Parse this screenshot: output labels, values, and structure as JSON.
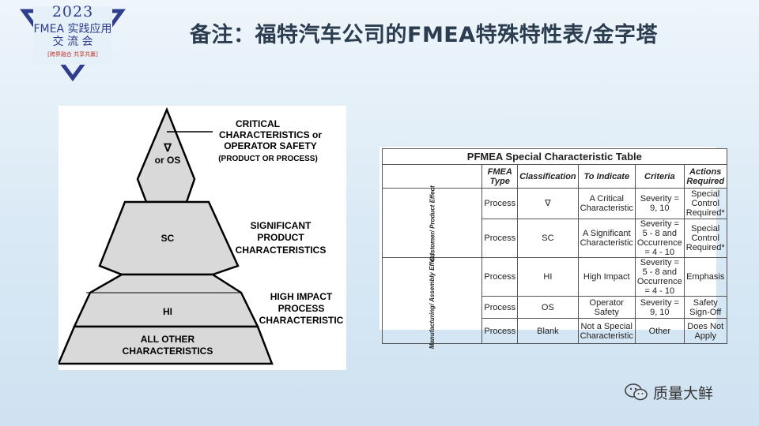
{
  "logo": {
    "year": "2023",
    "line2": "FMEA 实践应用",
    "line3": "交 流 会",
    "tagline": "[跨界融合 共享共赢]"
  },
  "title": "备注：福特汽车公司的FMEA特殊特性表/金字塔",
  "pyramid": {
    "top_symbol": "∇",
    "top_label": "or OS",
    "callout_top": [
      "CRITICAL",
      "CHARACTERISTICS or",
      "OPERATOR SAFETY",
      "(PRODUCT OR PROCESS)"
    ],
    "level2": "SC",
    "callout_sc": [
      "SIGNIFICANT",
      "PRODUCT",
      "CHARACTERISTICS"
    ],
    "level3": "HI",
    "callout_hi": [
      "HIGH IMPACT",
      "PROCESS",
      "CHARACTERISTIC"
    ],
    "base": [
      "ALL OTHER",
      "CHARACTERISTICS"
    ]
  },
  "table": {
    "caption": "PFMEA Special Characteristic Table",
    "headers": [
      "FMEA Type",
      "Classification",
      "To Indicate",
      "Criteria",
      "Actions Required"
    ],
    "group1": "Customer/ Product Effect",
    "group2": "Manufacturing/ Assembly Effect",
    "rows": [
      [
        "Process",
        "∇",
        "A Critical Characteristic",
        "Severity = 9, 10",
        "Special Control Required*"
      ],
      [
        "Process",
        "SC",
        "A Significant Characteristic",
        "Severity = 5 - 8 and Occurrence = 4 - 10",
        "Special Control Required*"
      ],
      [
        "Process",
        "HI",
        "High Impact",
        "Severity = 5 - 8 and Occurrence = 4 - 10",
        "Emphasis"
      ],
      [
        "Process",
        "OS",
        "Operator Safety",
        "Severity = 9, 10",
        "Safety Sign-Off"
      ],
      [
        "Process",
        "Blank",
        "Not a Special Characteristic",
        "Other",
        "Does Not Apply"
      ]
    ]
  },
  "watermark": "质量大鲜",
  "colors": {
    "title": "#2b3d4f",
    "logo": "#2e3d8f",
    "pyramid_fill": "#d9d9d9"
  }
}
